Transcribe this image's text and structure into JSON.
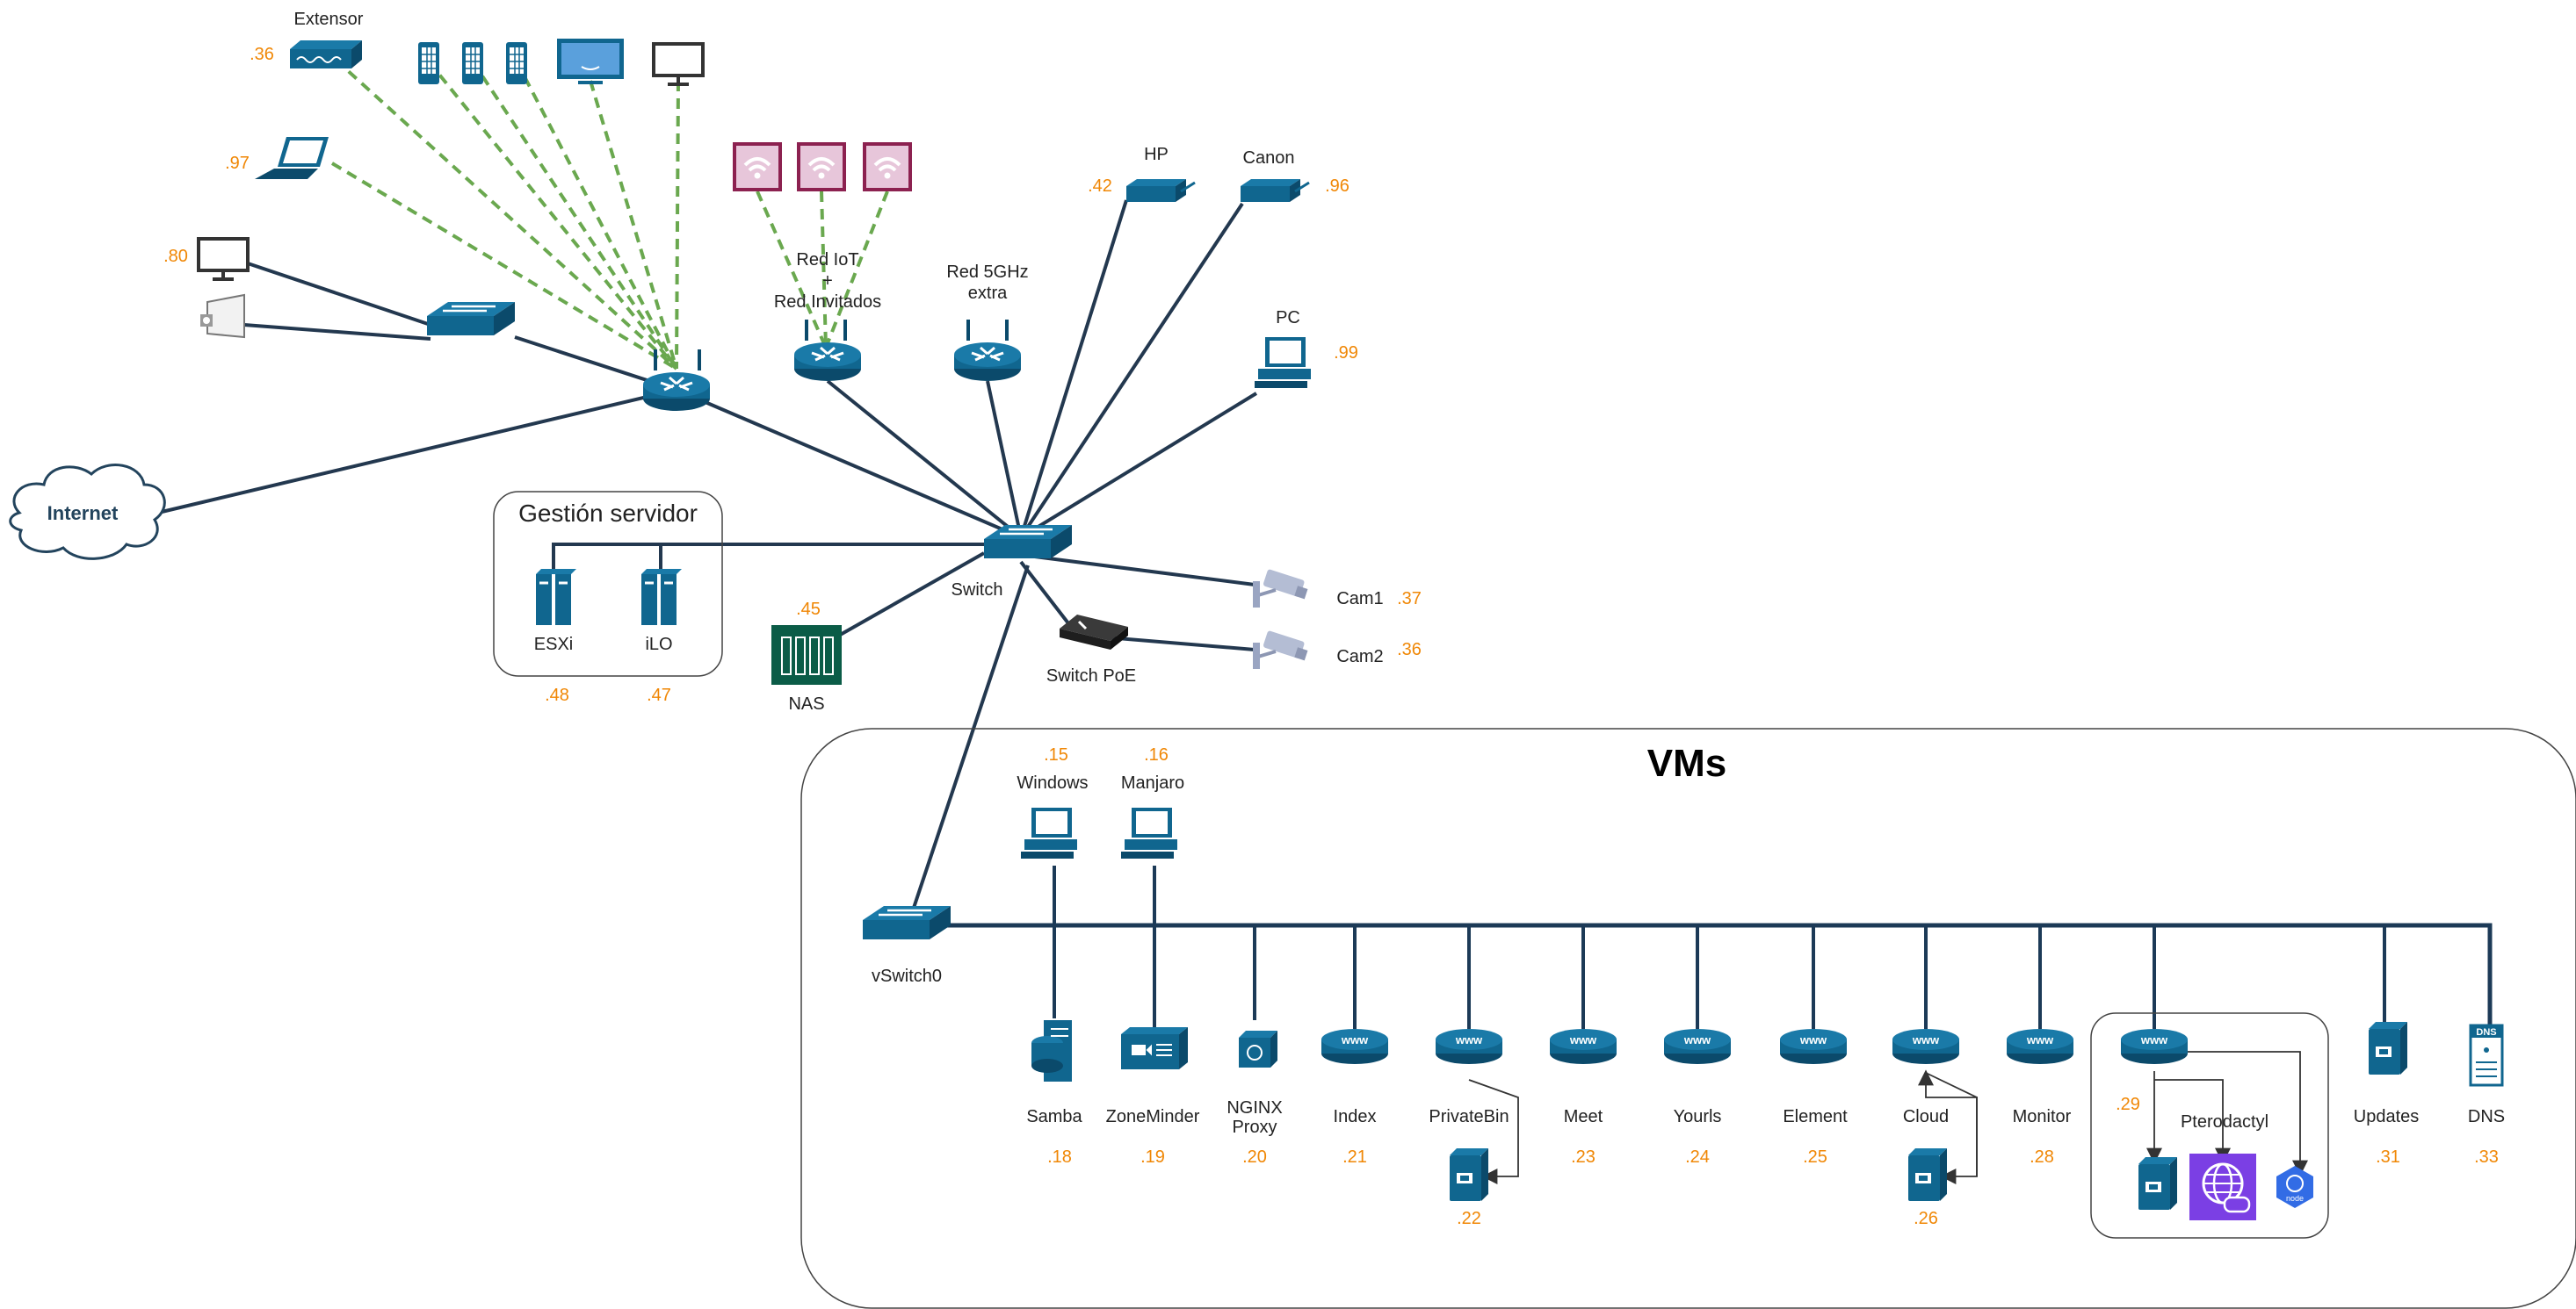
{
  "colors": {
    "device": "#10668f",
    "wire": "#23384f",
    "wifi_link": "#6aa84f",
    "ip_label": "#f08705",
    "nas": "#0b5c47",
    "ap": "#8c2150",
    "pterodactyl": "#7b3fe4",
    "node": "#326ce5",
    "camera": "#9aa5c2"
  },
  "diagram": {
    "vms_title": "VMs",
    "gestion_title": "Gestión servidor",
    "internet": "Internet",
    "extensor": {
      "label": "Extensor",
      "ip": ".36"
    },
    "laptop": {
      "ip": ".97"
    },
    "tv_monitor": {
      "ip": ".80"
    },
    "red_iot": {
      "label_line1": "Red IoT",
      "label_line2": "+",
      "label_line3": "Red Invitados"
    },
    "red_5ghz": {
      "label_line1": "Red 5GHz",
      "label_line2": "extra"
    },
    "hp": {
      "label": "HP",
      "ip": ".42"
    },
    "canon": {
      "label": "Canon",
      "ip": ".96"
    },
    "pc": {
      "label": "PC",
      "ip": ".99"
    },
    "switch": {
      "label": "Switch"
    },
    "switch_poe": {
      "label": "Switch PoE"
    },
    "cam1": {
      "label": "Cam1",
      "ip": ".37"
    },
    "cam2": {
      "label": "Cam2",
      "ip": ".36"
    },
    "nas": {
      "label": "NAS",
      "ip": ".45"
    },
    "esxi": {
      "label": "ESXi",
      "ip": ".48"
    },
    "ilo": {
      "label": "iLO",
      "ip": ".47"
    },
    "vswitch": {
      "label": "vSwitch0"
    },
    "windows": {
      "label": "Windows",
      "ip": ".15"
    },
    "manjaro": {
      "label": "Manjaro",
      "ip": ".16"
    },
    "samba": {
      "label": "Samba",
      "ip": ".18"
    },
    "zoneminder": {
      "label": "ZoneMinder",
      "ip": ".19"
    },
    "nginx": {
      "label_line1": "NGINX",
      "label_line2": "Proxy",
      "ip": ".20"
    },
    "index": {
      "label": "Index",
      "ip": ".21"
    },
    "privatebin": {
      "label": "PrivateBin",
      "ip": ".22"
    },
    "meet": {
      "label": "Meet",
      "ip": ".23"
    },
    "yourls": {
      "label": "Yourls",
      "ip": ".24"
    },
    "element": {
      "label": "Element",
      "ip": ".25"
    },
    "cloud": {
      "label": "Cloud",
      "ip": ".26"
    },
    "monitor": {
      "label": "Monitor",
      "ip": ".28"
    },
    "pterodactyl": {
      "label": "Pterodactyl",
      "ip": ".29"
    },
    "updates": {
      "label": "Updates",
      "ip": ".31"
    },
    "dns": {
      "label": "DNS",
      "ip": ".33",
      "badge": "DNS"
    },
    "node_badge": "node",
    "www_badge": "www"
  }
}
